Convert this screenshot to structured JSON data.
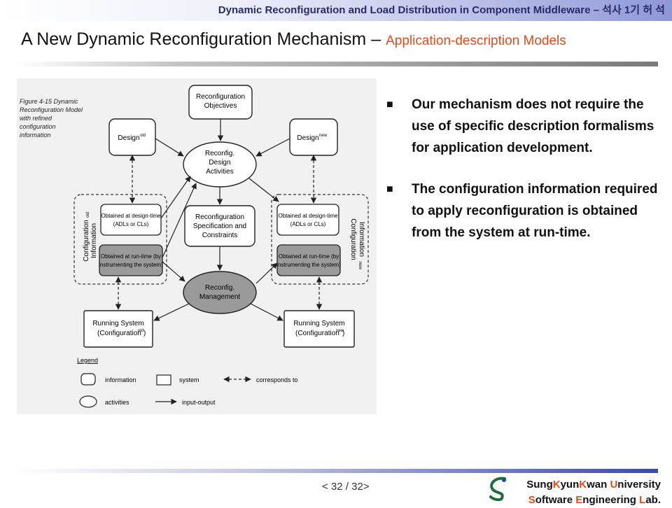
{
  "header": {
    "course_text": "Dynamic Reconfiguration and Load Distribution in Component Middleware –",
    "author_text": "석사 1기 허 석"
  },
  "title": {
    "main": "A New Dynamic Reconfiguration Mechanism –",
    "sub": "Application-description Models"
  },
  "figure": {
    "caption_lines": [
      "Figure 4-15  Dynamic",
      "Reconfiguration Model",
      "with refined",
      "configuration",
      "information"
    ],
    "reconfig_objectives": [
      "Reconfiguration",
      "Objectives"
    ],
    "design_old": {
      "text": "Design",
      "sup": "old"
    },
    "design_new": {
      "text": "Design",
      "sup": "new"
    },
    "design_activities": [
      "Reconfig.",
      "Design",
      "Activities"
    ],
    "spec_constraints": [
      "Reconfiguration",
      "Specification and",
      "Constraints"
    ],
    "design_time_left": [
      "Obtained at design-time",
      "(ADLs or CLs)"
    ],
    "run_time_left": [
      "Obtained at run-time (by",
      "instrumenting the system)"
    ],
    "design_time_right": [
      "Obtained at design-time",
      "(ADLs or CLs)"
    ],
    "run_time_right": [
      "Obtained at run-time (by",
      "instrumenting the system)"
    ],
    "config_info_old": {
      "l1": "Configuration",
      "l2": "Information",
      "sup": "old"
    },
    "config_info_new": {
      "l1": "Configuration",
      "l2": "Information",
      "sup": "new"
    },
    "management": [
      "Reconfig.",
      "Management"
    ],
    "running_old": {
      "l1": "Running System",
      "l2": "(Configuration",
      "sup": "old",
      "close": ")"
    },
    "running_new": {
      "l1": "Running System",
      "l2": "(Configuration",
      "sup": "new",
      "close": ")"
    },
    "legend": {
      "title": "Legend",
      "information": "information",
      "system": "system",
      "corresponds_to": "corresponds to",
      "activities": "activities",
      "input_output": "input-output"
    }
  },
  "bullets": [
    "Our mechanism does not require the use of specific description formalisms for application development.",
    "The configuration information required to apply reconfiguration is obtained from the system at run-time."
  ],
  "footer": {
    "page": "< 32 / 32>",
    "university": {
      "s1": "Sung",
      "s2": "K",
      "s3": "yun",
      "s4": "K",
      "s5": "wan ",
      "s6": "U",
      "s7": "niversity"
    },
    "lab": {
      "s1": "S",
      "s2": "oftware ",
      "s3": "E",
      "s4": "ngineering ",
      "s5": "L",
      "s6": "ab."
    }
  },
  "colors": {
    "accent": "#e84a18",
    "dark_box": "#9a9a9a",
    "figure_bg": "#f1f1f1"
  }
}
